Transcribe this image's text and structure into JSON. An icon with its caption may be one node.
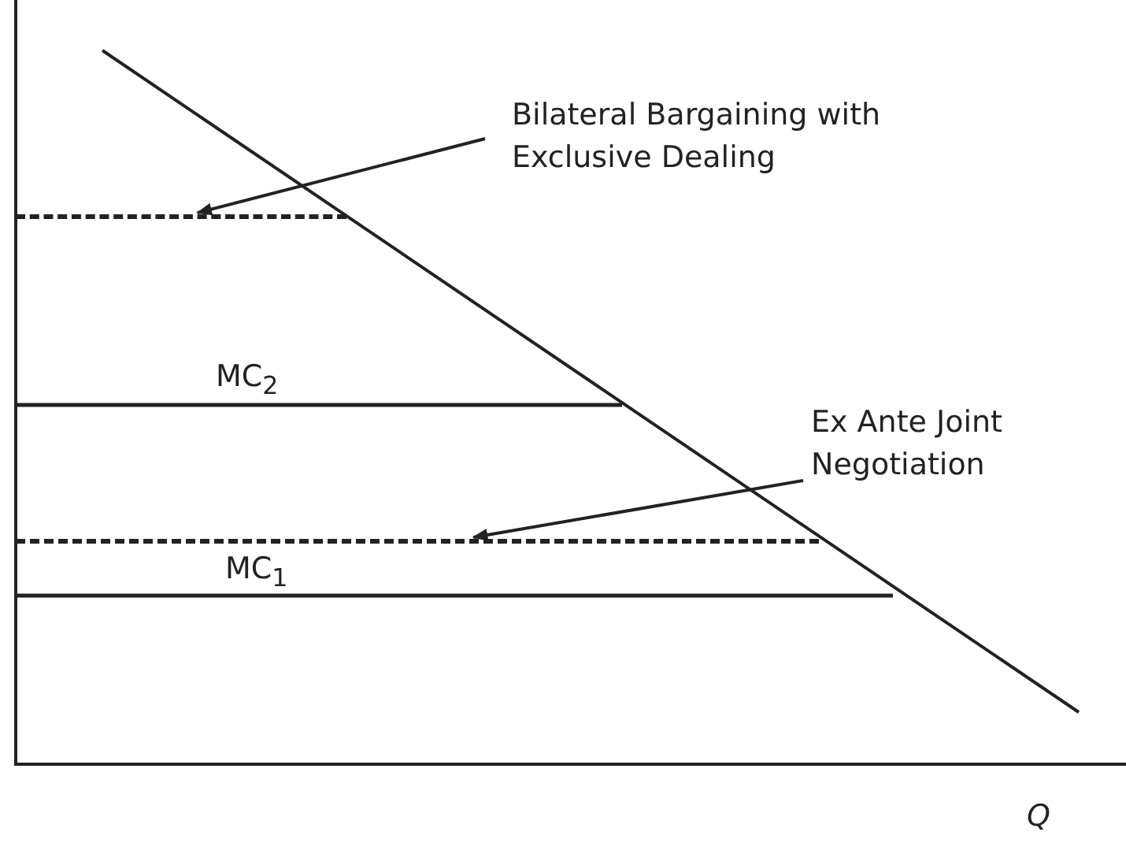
{
  "diagram": {
    "nodes": [
      {
        "text": [
          "Bilateral Bargaining with Exclusive Dealing"
        ]
      },
      {
        "text": [],
        "shape": "line"
      },
      {
        "text": [
          "Ex Ante Joint Negotiation"
        ]
      },
      {
        "text": [],
        "shape": "line"
      }
    ],
    "edges": [
      {
        "from": 0,
        "to": 1,
        "arrow": "to"
      },
      {
        "from": 2,
        "to": 3,
        "arrow": "to"
      }
    ],
    "labels": [
      "MC$_{2}$",
      "MC$_{1}$",
      "Q"
    ]
  }
}
